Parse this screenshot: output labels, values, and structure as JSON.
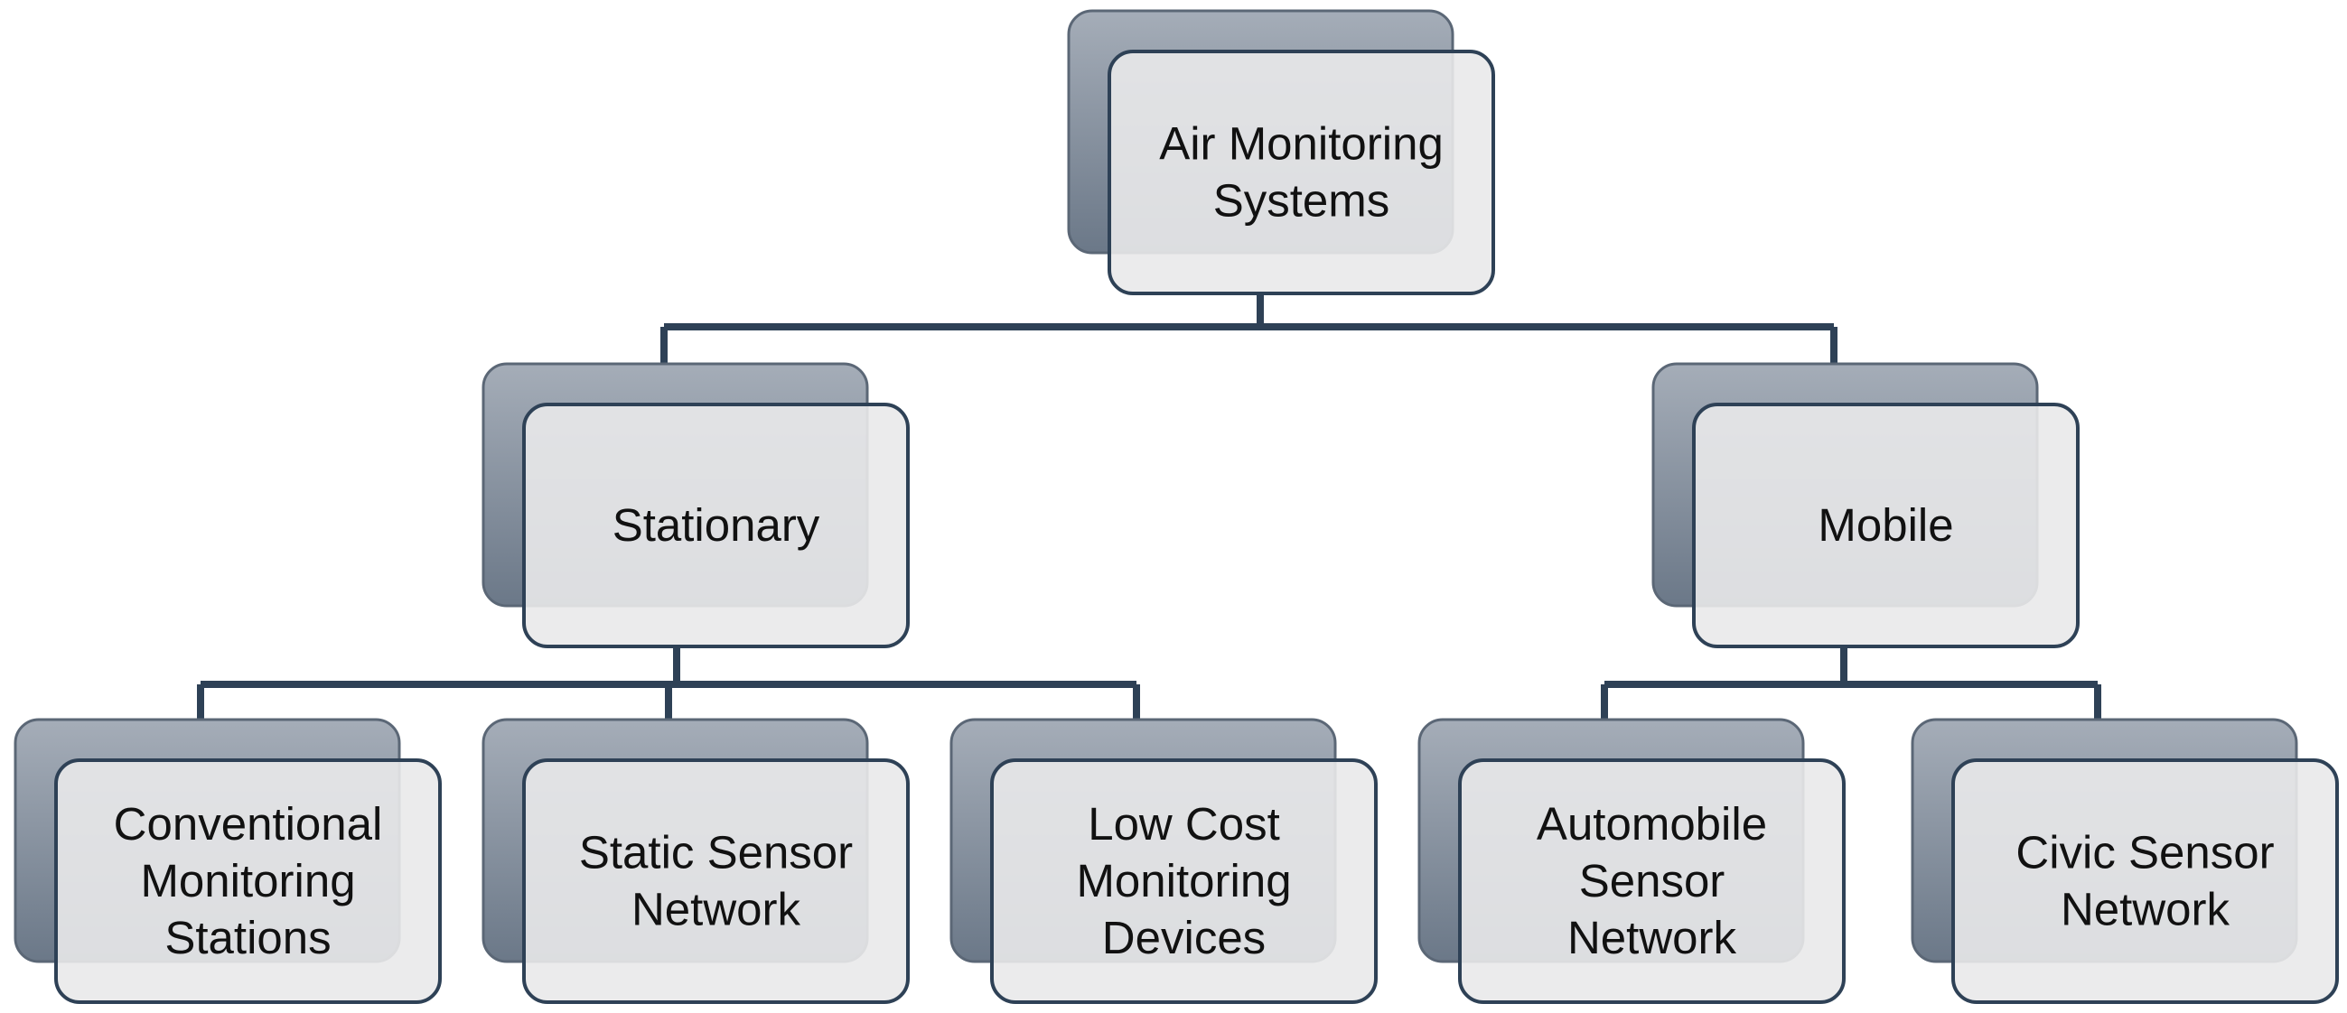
{
  "colors": {
    "connector": "#2e4156",
    "back_card_top": "#a5adb8",
    "back_card_bottom": "#6b7888",
    "back_card_stroke": "#5b6776",
    "front_card_fill": "#e9e9ea",
    "front_card_stroke": "#2e4156",
    "text": "#111111"
  },
  "diagram": {
    "root": {
      "id": "air-monitoring-systems",
      "lines": [
        "Air Monitoring",
        "Systems"
      ]
    },
    "level1": [
      {
        "id": "stationary",
        "lines": [
          "Stationary"
        ]
      },
      {
        "id": "mobile",
        "lines": [
          "Mobile"
        ]
      }
    ],
    "level2": [
      {
        "id": "conventional-monitoring-stations",
        "parent": "stationary",
        "lines": [
          "Conventional",
          "Monitoring",
          "Stations"
        ]
      },
      {
        "id": "static-sensor-network",
        "parent": "stationary",
        "lines": [
          "Static Sensor",
          "Network"
        ]
      },
      {
        "id": "low-cost-monitoring-devices",
        "parent": "stationary",
        "lines": [
          "Low Cost",
          "Monitoring",
          "Devices"
        ]
      },
      {
        "id": "automobile-sensor-network",
        "parent": "mobile",
        "lines": [
          "Automobile",
          "Sensor",
          "Network"
        ]
      },
      {
        "id": "civic-sensor-network",
        "parent": "mobile",
        "lines": [
          "Civic Sensor",
          "Network"
        ]
      }
    ]
  }
}
